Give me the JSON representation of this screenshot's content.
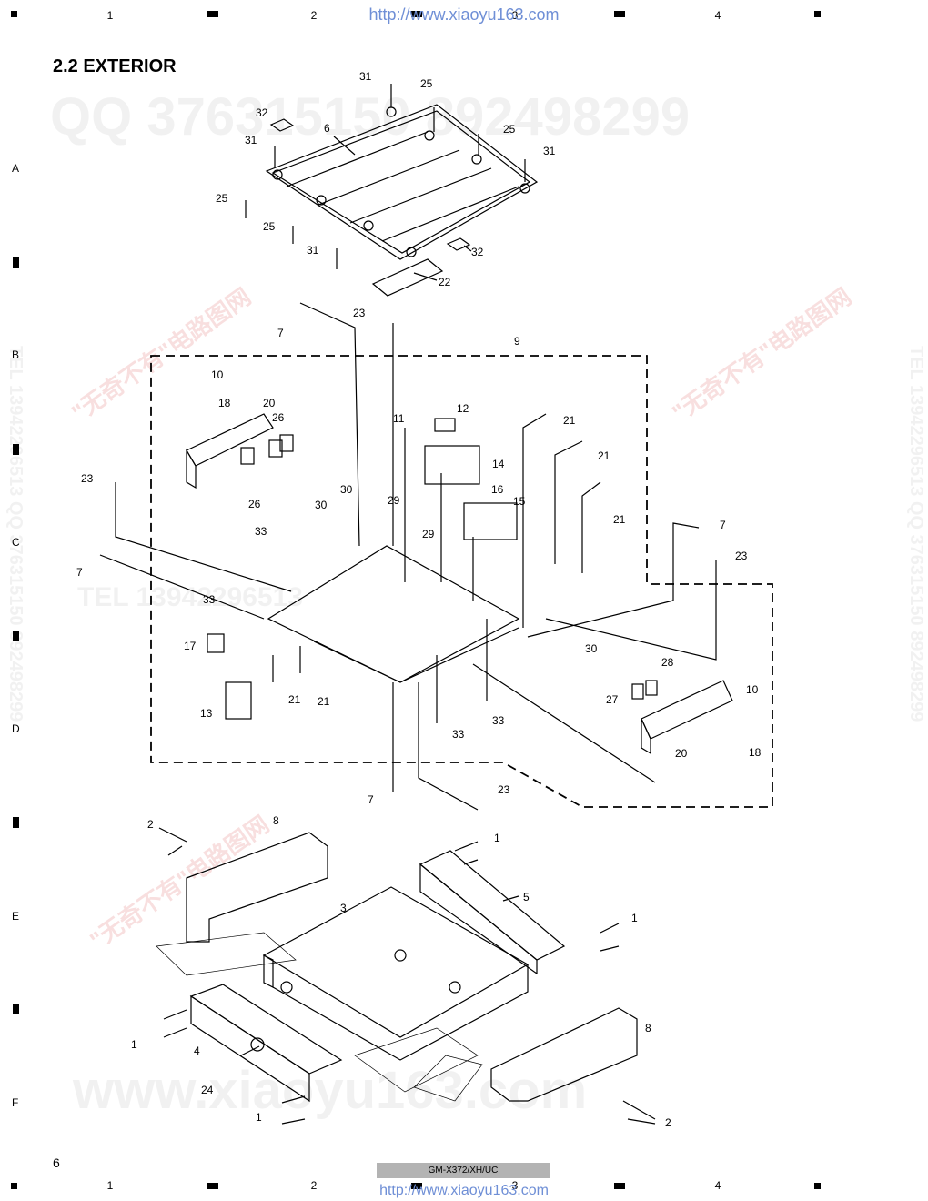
{
  "header": {
    "columns": [
      "1",
      "2",
      "3",
      "4"
    ],
    "url": "http://www.xiaoyu163.com"
  },
  "rows": [
    "A",
    "B",
    "C",
    "D",
    "E",
    "F"
  ],
  "section_title": "2.2 EXTERIOR",
  "watermarks": {
    "qq": "QQ 376315150   892498299",
    "tel": "TEL 13942296513",
    "site": "www.xiaoyu163.com",
    "vertical": "TEL 13942296513  QQ 376315150  892498299",
    "chinese": "\"无奇不有\"电路图网"
  },
  "callouts": {
    "c1": "1",
    "c2": "2",
    "c3": "3",
    "c4": "4",
    "c5": "5",
    "c6": "6",
    "c7": "7",
    "c8": "8",
    "c9": "9",
    "c10": "10",
    "c11": "11",
    "c12": "12",
    "c13": "13",
    "c14": "14",
    "c15": "15",
    "c16": "16",
    "c17": "17",
    "c18": "18",
    "c20": "20",
    "c21": "21",
    "c22": "22",
    "c23": "23",
    "c24": "24",
    "c25": "25",
    "c26": "26",
    "c27": "27",
    "c28": "28",
    "c29": "29",
    "c30": "30",
    "c31": "31",
    "c32": "32",
    "c33": "33"
  },
  "footer": {
    "page_number": "6",
    "model": "GM-X372/XH/UC",
    "columns": [
      "1",
      "2",
      "3",
      "4"
    ],
    "url": "http://www.xiaoyu163.com"
  }
}
